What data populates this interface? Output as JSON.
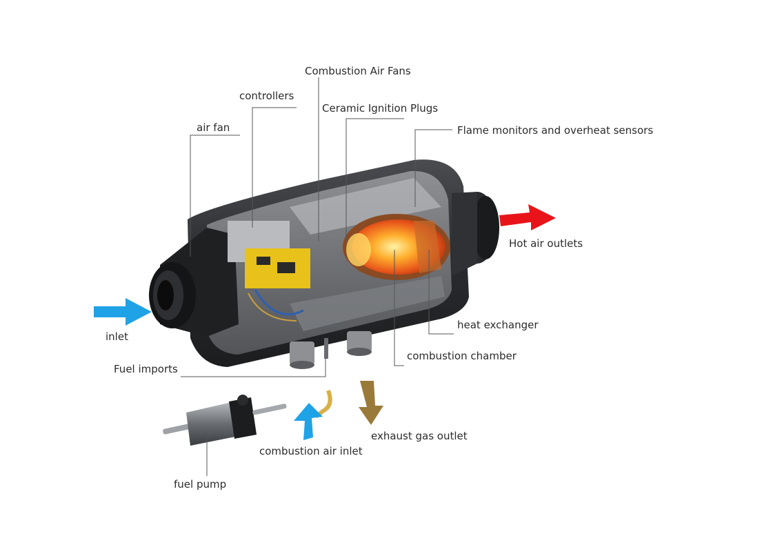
{
  "diagram": {
    "labels": {
      "combustion_air_fans": "Combustion Air Fans",
      "controllers": "controllers",
      "ceramic_ignition_plugs": "Ceramic Ignition Plugs",
      "air_fan": "air fan",
      "flame_monitors": "Flame monitors and overheat sensors",
      "hot_air_outlets": "Hot air outlets",
      "heat_exchanger": "heat exchanger",
      "inlet": "inlet",
      "combustion_chamber": "combustion chamber",
      "fuel_imports": "Fuel imports",
      "exhaust_gas_outlet": "exhaust gas outlet",
      "combustion_air_inlet": "combustion air inlet",
      "fuel_pump": "fuel pump"
    },
    "colors": {
      "housing": "#2a2b2d",
      "housing_light": "#5a5c60",
      "flame": "#ff6a1a",
      "controller_yellow": "#e8c21a",
      "inlet_arrow": "#1fa3e6",
      "hot_air_arrow": "#e8141a",
      "exhaust_arrow": "#9a7a3a",
      "leader_line": "#555555"
    }
  }
}
